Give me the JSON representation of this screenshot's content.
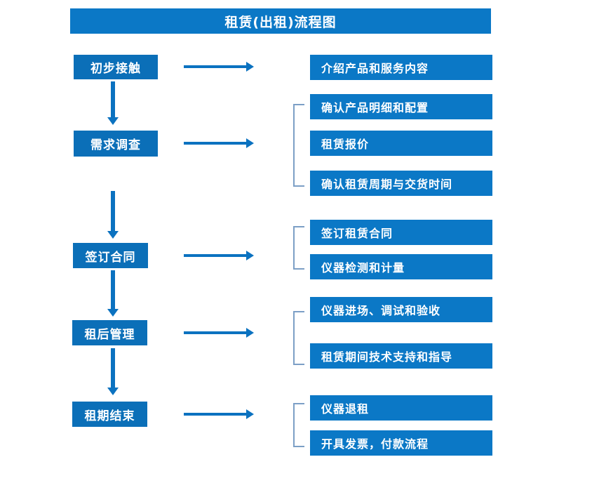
{
  "title": "租赁(出租)流程图",
  "colors": {
    "banner_blue": "#0b78c6",
    "stage_blue": "#0b6fb8",
    "detail_blue": "#0b78c6",
    "arrow_blue": "#0b72c0",
    "bracket_blue": "#7c9fc6",
    "text_white": "#ffffff",
    "background": "#ffffff"
  },
  "stages": [
    {
      "label": "初步接触"
    },
    {
      "label": "需求调查"
    },
    {
      "label": "签订合同"
    },
    {
      "label": "租后管理"
    },
    {
      "label": "租期结束"
    }
  ],
  "groups": [
    {
      "stage": "初步接触",
      "bracket": false,
      "items": [
        {
          "label": "介绍产品和服务内容"
        }
      ]
    },
    {
      "stage": "需求调查",
      "bracket": true,
      "items": [
        {
          "label": "确认产品明细和配置"
        },
        {
          "label": "租赁报价"
        },
        {
          "label": "确认租赁周期与交货时间"
        }
      ]
    },
    {
      "stage": "签订合同",
      "bracket": true,
      "items": [
        {
          "label": "签订租赁合同"
        },
        {
          "label": "仪器检测和计量"
        }
      ]
    },
    {
      "stage": "租后管理",
      "bracket": true,
      "items": [
        {
          "label": "仪器进场、调试和验收"
        },
        {
          "label": "租赁期间技术支持和指导"
        }
      ]
    },
    {
      "stage": "租期结束",
      "bracket": true,
      "items": [
        {
          "label": "仪器退租"
        },
        {
          "label": "开具发票，付款流程"
        }
      ]
    }
  ]
}
